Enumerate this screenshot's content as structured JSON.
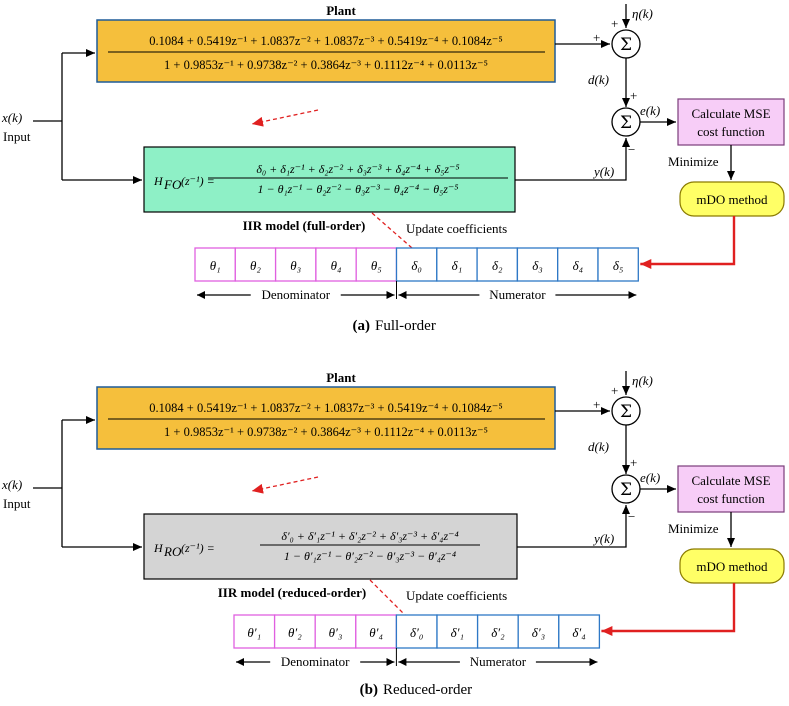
{
  "colors": {
    "plant_fill": "#f5bf3c",
    "plant_stroke": "#1f5c99",
    "fo_fill": "#8ef0c6",
    "ro_fill": "#d4d4d4",
    "mse_fill": "#f7cdf7",
    "mdo_fill": "#ffff66",
    "denominator_cell": "#e060e0",
    "numerator_cell": "#2e78c6",
    "update_arrow": "#e02020"
  },
  "panels": [
    {
      "plant_title": "Plant",
      "plant_num": "0.1084 + 0.5419z⁻¹ + 1.0837z⁻² + 1.0837z⁻³ + 0.5419z⁻⁴ + 0.1084z⁻⁵",
      "plant_den": "1 + 0.9853z⁻¹ + 0.9738z⁻² + 0.3864z⁻³ + 0.1112z⁻⁴ + 0.0113z⁻⁵",
      "input_signal": "x(k)",
      "input_label": "Input",
      "noise": "η(k)",
      "desired": "d(k)",
      "error": "e(k)",
      "output": "y(k)",
      "sigma": "Σ",
      "plus": "+",
      "minus": "−",
      "model_lhs": "H",
      "model_sub": "FO",
      "model_arg": "(z⁻¹) =",
      "model_num": "δ₀ + δ₁z⁻¹ + δ₂z⁻² + δ₃z⁻³ + δ₄z⁻⁴ + δ₅z⁻⁵",
      "model_den": "1 − θ₁z⁻¹ − θ₂z⁻² − θ₃z⁻³ − θ₄z⁻⁴ − θ₅z⁻⁵",
      "model_title": "IIR model (full-order)",
      "update_label": "Update coefficients",
      "mse_line1": "Calculate MSE",
      "mse_line2": "cost function",
      "minimize": "Minimize",
      "method": "mDO method",
      "denominator_cells": [
        "θ₁",
        "θ₂",
        "θ₃",
        "θ₄",
        "θ₅"
      ],
      "numerator_cells": [
        "δ₀",
        "δ₁",
        "δ₂",
        "δ₃",
        "δ₄",
        "δ₅"
      ],
      "denominator_label": "Denominator",
      "numerator_label": "Numerator",
      "caption_tag": "(a)",
      "caption_text": "Full-order"
    },
    {
      "plant_title": "Plant",
      "plant_num": "0.1084 + 0.5419z⁻¹ + 1.0837z⁻² + 1.0837z⁻³ + 0.5419z⁻⁴ + 0.1084z⁻⁵",
      "plant_den": "1 + 0.9853z⁻¹ + 0.9738z⁻² + 0.3864z⁻³ + 0.1112z⁻⁴ + 0.0113z⁻⁵",
      "input_signal": "x(k)",
      "input_label": "Input",
      "noise": "η(k)",
      "desired": "d(k)",
      "error": "e(k)",
      "output": "y(k)",
      "sigma": "Σ",
      "plus": "+",
      "minus": "−",
      "model_lhs": "H",
      "model_sub": "RO",
      "model_arg": "(z⁻¹) =",
      "model_num": "δ′₀ + δ′₁z⁻¹ + δ′₂z⁻² + δ′₃z⁻³ + δ′₄z⁻⁴",
      "model_den": "1 − θ′₁z⁻¹ − θ′₂z⁻² − θ′₃z⁻³ − θ′₄z⁻⁴",
      "model_title": "IIR model (reduced-order)",
      "update_label": "Update coefficients",
      "mse_line1": "Calculate MSE",
      "mse_line2": "cost function",
      "minimize": "Minimize",
      "method": "mDO method",
      "denominator_cells": [
        "θ′₁",
        "θ′₂",
        "θ′₃",
        "θ′₄"
      ],
      "numerator_cells": [
        "δ′₀",
        "δ′₁",
        "δ′₂",
        "δ′₃",
        "δ′₄"
      ],
      "denominator_label": "Denominator",
      "numerator_label": "Numerator",
      "caption_tag": "(b)",
      "caption_text": "Reduced-order"
    }
  ]
}
